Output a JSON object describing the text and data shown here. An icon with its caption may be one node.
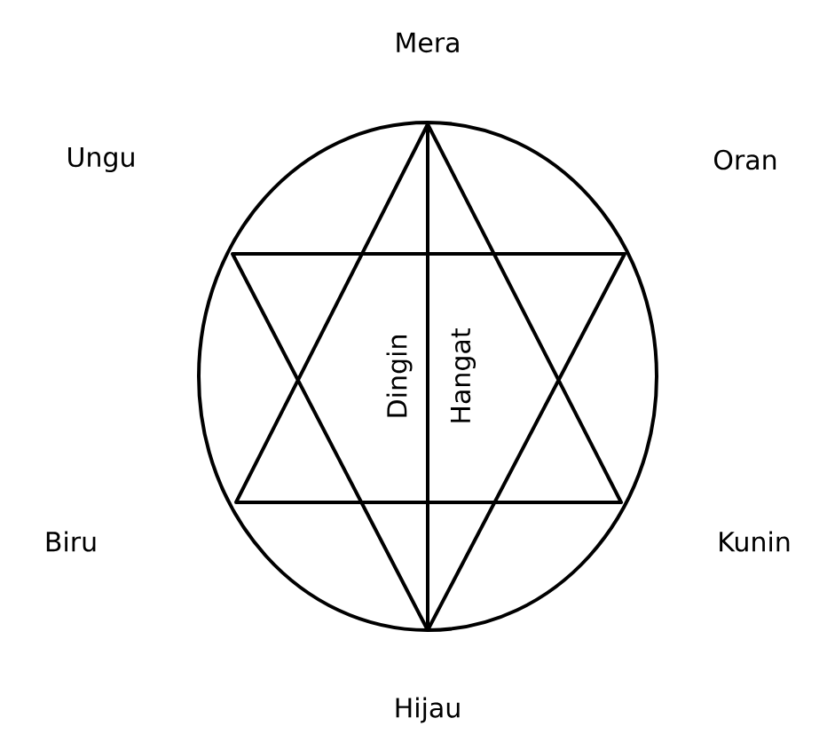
{
  "diagram": {
    "labels": [
      "Mera",
      "Ungu",
      "Oran",
      "Dingin",
      "Hangat",
      "Biru",
      "Kunin",
      "Hijau"
    ]
  }
}
